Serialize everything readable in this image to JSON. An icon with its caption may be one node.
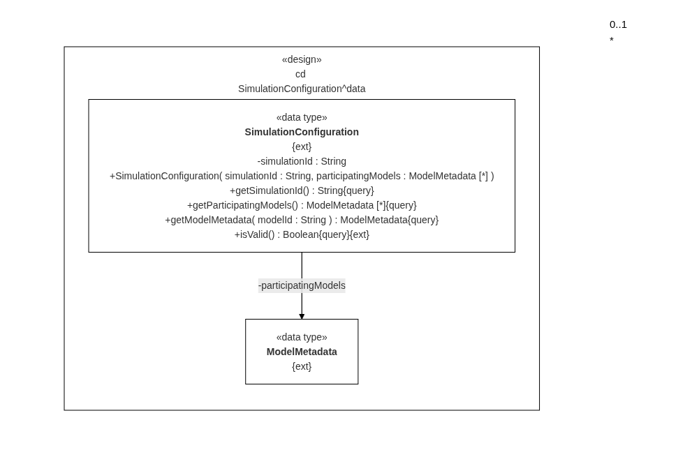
{
  "diagram": {
    "nodes": [
      {
        "text": [
          "«design»",
          "cd SimulationConfiguration^data"
        ]
      },
      {
        "text": [
          "«data type»",
          "SimulationConfiguration",
          "{ext}",
          "-simulationId : String",
          "+SimulationConfiguration( simulationId : String, participatingModels : ModelMetadata [*] )",
          "+getSimulationId() : String{query}",
          "+getParticipatingModels() : ModelMetadata [*]{query}",
          "+getModelMetadata( modelId : String ) : ModelMetadata{query}",
          "+isValid() : Boolean{query}{ext}"
        ],
        "in": 0
      },
      {
        "text": [
          "«data type»",
          "ModelMetadata",
          "{ext}"
        ],
        "in": 0
      }
    ],
    "edges": [
      {
        "from": 1,
        "to": 2,
        "arrow": "to",
        "label": "-participatingModels"
      }
    ],
    "labels": [
      "0..1",
      "*"
    ]
  }
}
